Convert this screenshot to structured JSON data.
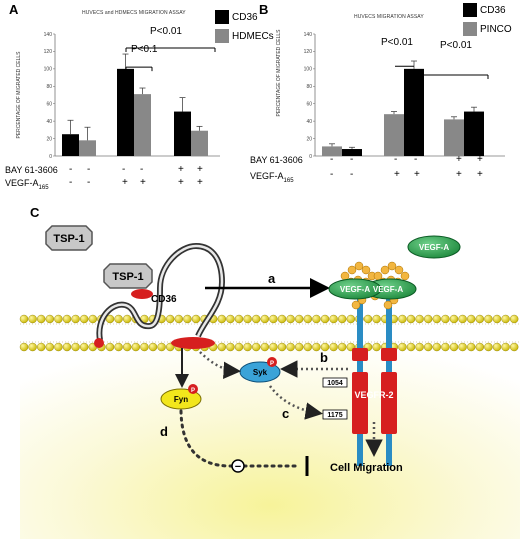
{
  "panel_a": {
    "letter": "A",
    "title": "HUVECS and HDMECS MIGRATION ASSAY",
    "ylabel": "PERCENTAGE OF MIGRATED CELLS",
    "legend": [
      {
        "label": "CD36",
        "color": "#000000"
      },
      {
        "label": "HDMECs",
        "color": "#888888"
      }
    ],
    "sig": [
      "P<0.1",
      "P<0.01"
    ],
    "rows": [
      {
        "label": "BAY 61-3606",
        "signs": [
          "-",
          "-",
          "-",
          "-",
          "+",
          "+"
        ]
      },
      {
        "label": "VEGF-A",
        "sub": "165",
        "signs": [
          "-",
          "-",
          "+",
          "+",
          "+",
          "+"
        ]
      }
    ]
  },
  "panel_b": {
    "letter": "B",
    "title": "HUVECS MIGRATION ASSAY",
    "ylabel": "PERCENTAGE OF MIGRATED CELLS",
    "legend": [
      {
        "label": "CD36",
        "color": "#000000"
      },
      {
        "label": "PINCO",
        "color": "#888888"
      }
    ],
    "sig": [
      "P<0.01",
      "P<0.01"
    ],
    "rows": [
      {
        "label": "BAY 61-3606",
        "signs": [
          "-",
          "-",
          "-",
          "-",
          "+",
          "+"
        ]
      },
      {
        "label": "VEGF-A",
        "sub": "165",
        "signs": [
          "-",
          "-",
          "+",
          "+",
          "+",
          "+"
        ]
      }
    ]
  },
  "panel_c": {
    "letter": "C",
    "tsp1_free": "TSP-1",
    "tsp1_bound": "TSP-1",
    "cd36": "CD36",
    "vegfa_free": "VEGF-A",
    "vegfa_bound_1": "VEGF-A",
    "vegfa_bound_2": "VEGF-A",
    "arrow_a": "a",
    "arrow_b": "b",
    "arrow_c": "c",
    "arrow_d": "d",
    "syk": "Syk",
    "fyn": "Fyn",
    "p_mark": "P",
    "site_1054": "1054",
    "site_1175": "1175",
    "vegfr2": "VEGFR-2",
    "inhibit": "−",
    "migration": "Cell Migration"
  },
  "chart_data": [
    {
      "type": "bar",
      "title": "HUVECS and HDMECS MIGRATION ASSAY",
      "ylabel": "PERCENTAGE OF MIGRATED CELLS",
      "ylim": [
        0,
        140
      ],
      "yticks": [
        0,
        20,
        40,
        60,
        80,
        100,
        120,
        140
      ],
      "series": [
        {
          "name": "CD36",
          "color": "#000000",
          "values": [
            25,
            100,
            51
          ],
          "errors": [
            16,
            17,
            16
          ]
        },
        {
          "name": "HDMECs",
          "color": "#888888",
          "values": [
            18,
            71,
            29
          ],
          "errors": [
            15,
            7,
            5
          ]
        }
      ]
    },
    {
      "type": "bar",
      "title": "HUVECS MIGRATION ASSAY",
      "ylabel": "PERCENTAGE OF MIGRATED CELLS",
      "ylim": [
        0,
        140
      ],
      "yticks": [
        0,
        20,
        40,
        60,
        80,
        100,
        120,
        140
      ],
      "series": [
        {
          "name": "PINCO",
          "color": "#888888",
          "values": [
            11,
            48,
            42
          ],
          "errors": [
            3,
            3,
            3
          ]
        },
        {
          "name": "CD36",
          "color": "#000000",
          "values": [
            8,
            100,
            51
          ],
          "errors": [
            2,
            9,
            5
          ]
        }
      ]
    }
  ]
}
